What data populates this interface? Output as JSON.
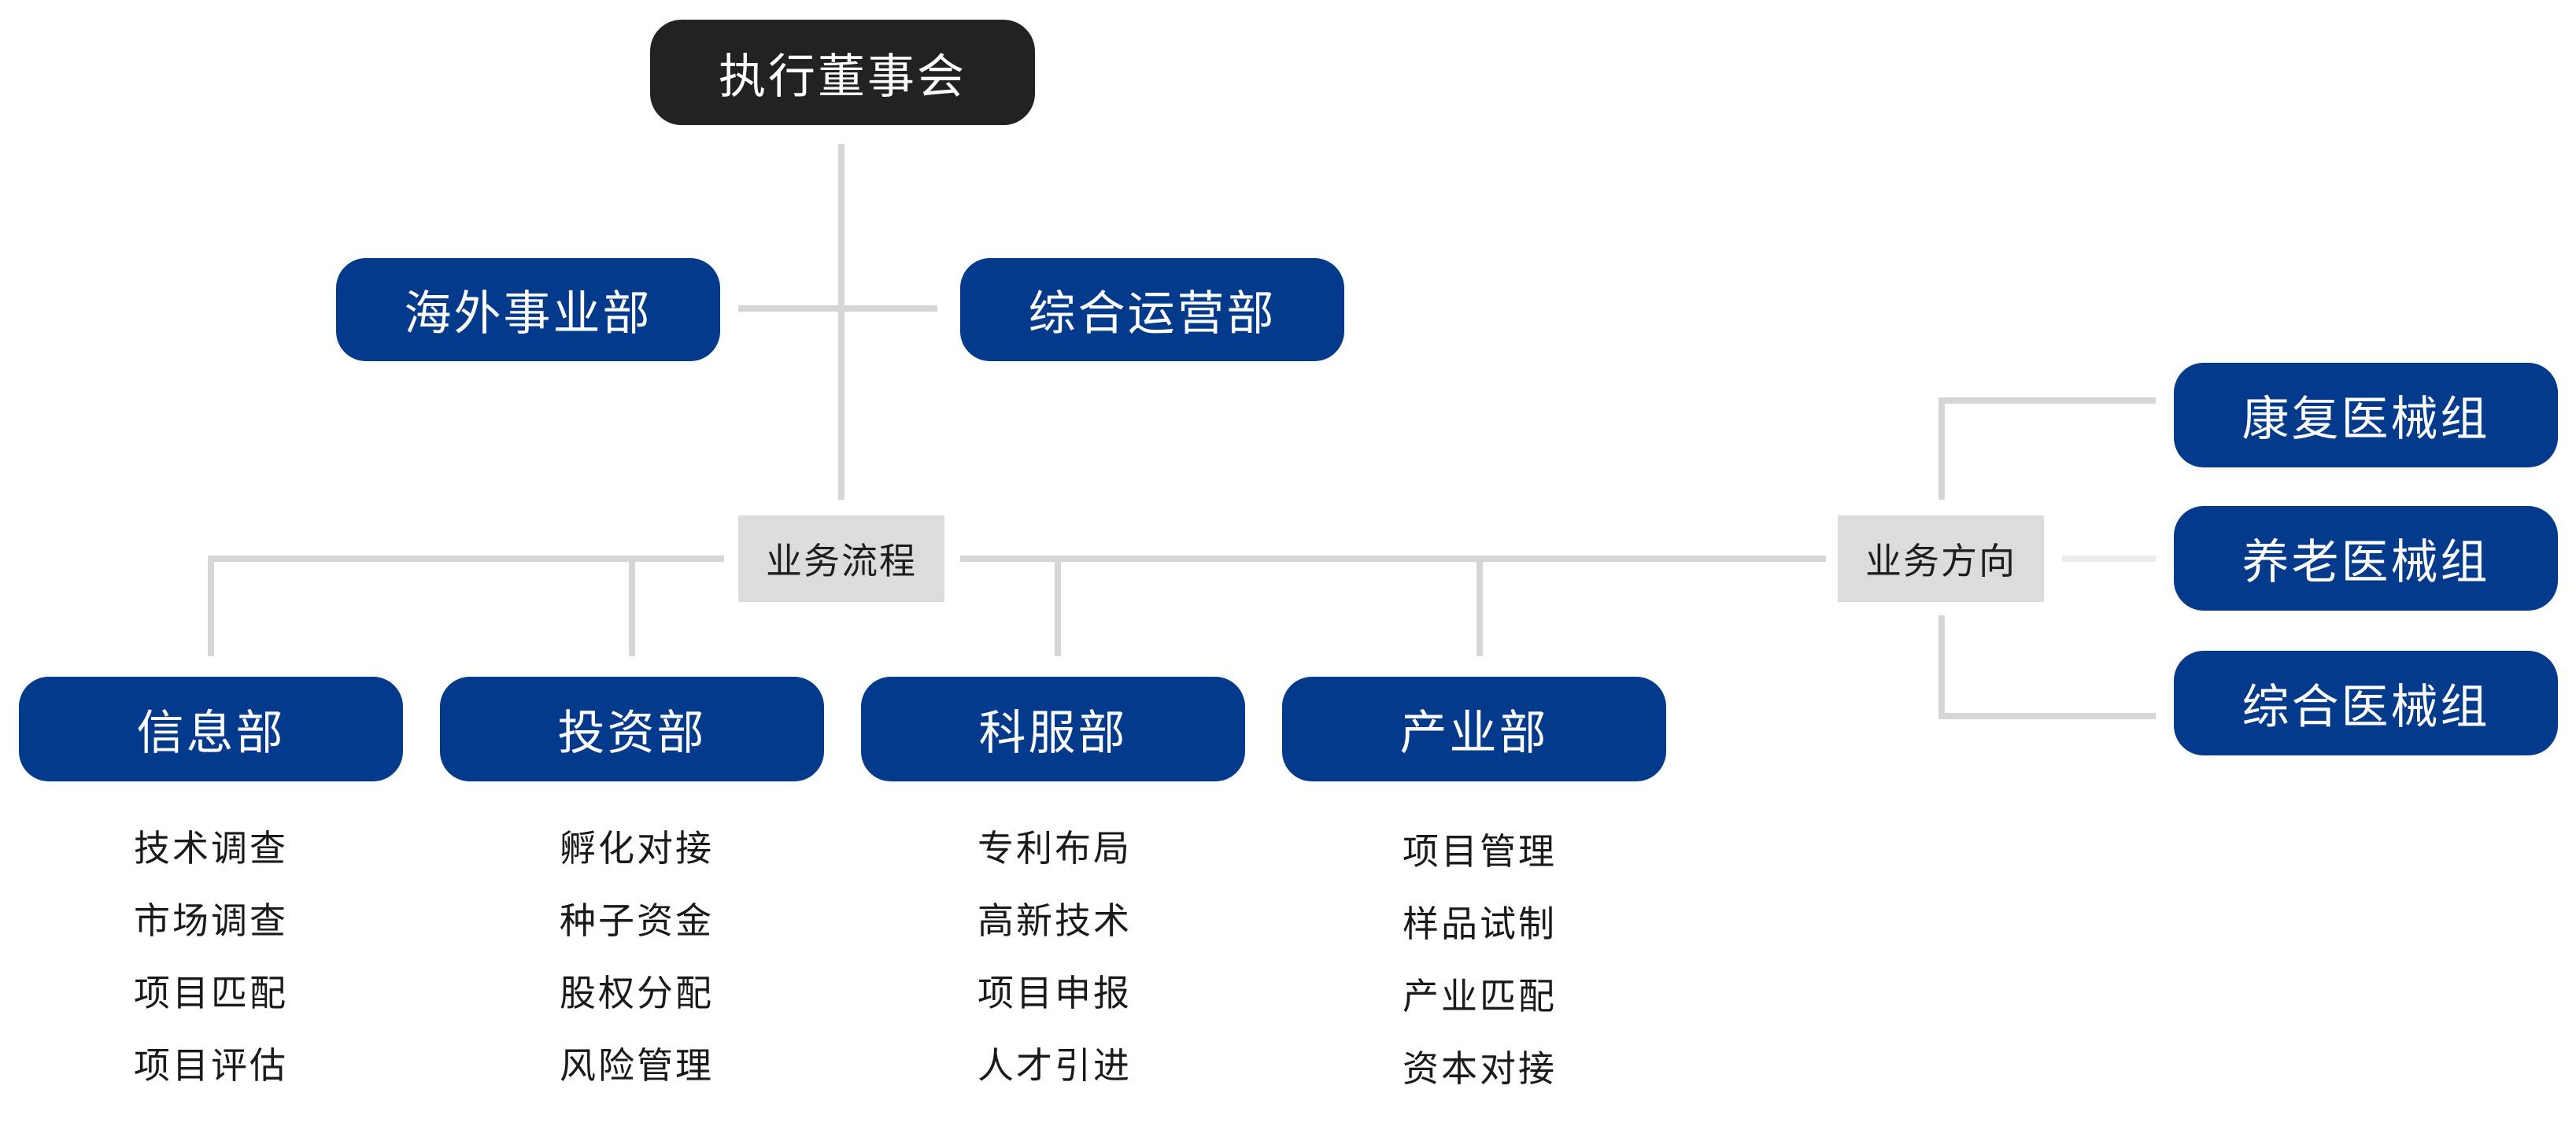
{
  "board": {
    "label": "执行董事会"
  },
  "support_departments": [
    {
      "label": "海外事业部"
    },
    {
      "label": "综合运营部"
    }
  ],
  "process_tag": {
    "label": "业务流程"
  },
  "direction_tag": {
    "label": "业务方向"
  },
  "departments": [
    {
      "label": "信息部",
      "items": [
        "技术调查",
        "市场调查",
        "项目匹配",
        "项目评估"
      ]
    },
    {
      "label": "投资部",
      "items": [
        "孵化对接",
        "种子资金",
        "股权分配",
        "风险管理"
      ]
    },
    {
      "label": "科服部",
      "items": [
        "专利布局",
        "高新技术",
        "项目申报",
        "人才引进"
      ]
    },
    {
      "label": "产业部",
      "items": [
        "项目管理",
        "样品试制",
        "产业匹配",
        "资本对接"
      ]
    }
  ],
  "groups": [
    {
      "label": "康复医械组"
    },
    {
      "label": "养老医械组"
    },
    {
      "label": "综合医械组"
    }
  ],
  "colors": {
    "board": "#222222",
    "node": "#033a8b",
    "tag": "#dcdcdc",
    "connector": "#d6d6d6"
  }
}
